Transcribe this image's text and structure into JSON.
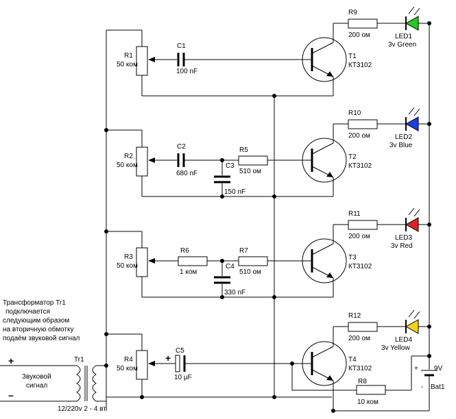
{
  "stage1": {
    "r_name": "R1",
    "r_value": "50 ком",
    "c_name": "C1",
    "c_value": "100 nF",
    "t_name": "T1",
    "t_model": "КТ3102",
    "rc_name": "R9",
    "rc_value": "200 ом",
    "led_name": "LED1",
    "led_spec": "3v Green",
    "led_color": "#22cc22"
  },
  "stage2": {
    "r_name": "R2",
    "r_value": "50 ком",
    "c_name": "C2",
    "c_value": "680 nF",
    "cg_name": "C3",
    "cg_value": "150 nF",
    "rb_name": "R5",
    "rb_value": "510 ом",
    "t_name": "T2",
    "t_model": "КТ3102",
    "rc_name": "R10",
    "rc_value": "200 ом",
    "led_name": "LED2",
    "led_spec": "3v Blue",
    "led_color": "#1a3fe0"
  },
  "stage3": {
    "r_name": "R3",
    "r_value": "50 ком",
    "rw_name": "R6",
    "rw_value": "1 ком",
    "cg_name": "C4",
    "cg_value": "330 nF",
    "rb_name": "R7",
    "rb_value": "510 ом",
    "t_name": "T3",
    "t_model": "КТ3102",
    "rc_name": "R11",
    "rc_value": "200 ом",
    "led_name": "LED3",
    "led_spec": "3v Red",
    "led_color": "#dd2222"
  },
  "stage4": {
    "r_name": "R4",
    "r_value": "50 ком",
    "c_name": "C5",
    "c_value": "10 µF",
    "c_polarity": "+",
    "t_name": "T4",
    "t_model": "КТ3102",
    "rc_name": "R12",
    "rc_value": "200 ом",
    "led_name": "LED4",
    "led_spec": "3v Yellow",
    "led_color": "#f2d21a",
    "rbias_name": "R8",
    "rbias_value": "10 ком"
  },
  "battery": {
    "name": "Bat1",
    "voltage": "9V",
    "plus": "+",
    "minus": "-"
  },
  "transformer": {
    "name": "Tr1",
    "spec": "12/220v 2 - 4 вт.",
    "note": [
      "Трансформатор Tr1",
      "подключается",
      "следующим образом",
      "на вторичную обмотку",
      "подаём звуковой сигнал"
    ],
    "input_label": [
      "Звуковой",
      "сигнал"
    ],
    "input_plus": "+",
    "input_minus": "–"
  }
}
